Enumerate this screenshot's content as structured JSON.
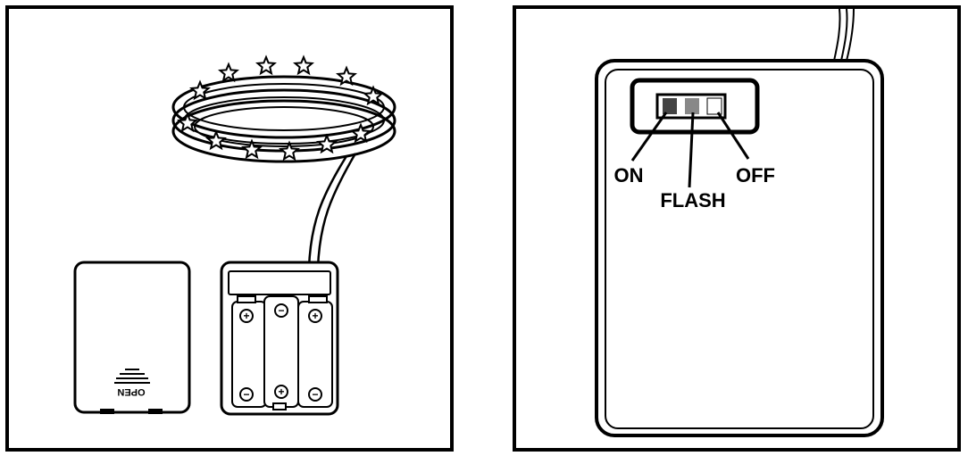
{
  "battery_cover": {
    "label": "OPEN"
  },
  "battery_box": {
    "terminals": [
      "+",
      "−",
      "+",
      "−",
      "+",
      "−"
    ]
  },
  "switch": {
    "labels": {
      "on": "ON",
      "flash": "FLASH",
      "off": "OFF"
    }
  },
  "colors": {
    "stroke": "#000000",
    "background": "#ffffff",
    "slot_gray": "#888888"
  }
}
